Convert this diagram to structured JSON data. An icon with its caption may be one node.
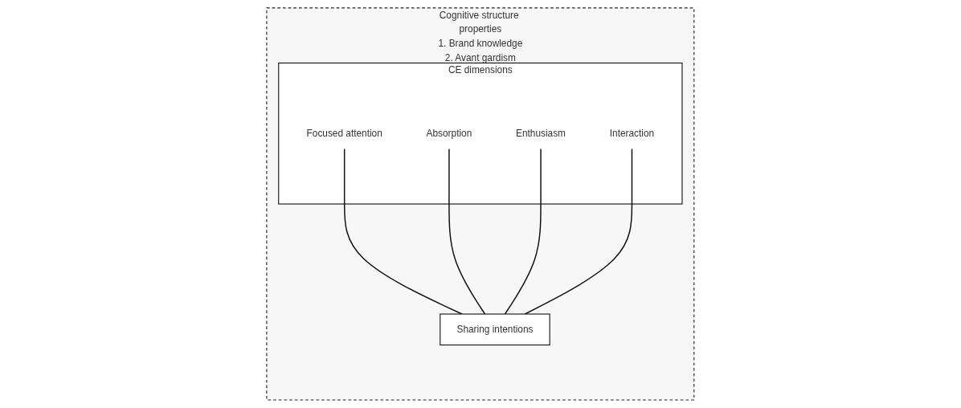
{
  "diagram": {
    "nodes": [
      {
        "text": [
          "Cognitive structure properties",
          "1. Brand knowledge",
          "2. Avant gardism"
        ]
      },
      {
        "text": [
          "CE dimensions"
        ],
        "in": 0
      },
      {
        "text": [
          "Focused attention"
        ],
        "in": 1
      },
      {
        "text": [
          "Absorption"
        ],
        "in": 1
      },
      {
        "text": [
          "Enthusiasm"
        ],
        "in": 1
      },
      {
        "text": [
          "Interaction"
        ],
        "in": 1
      },
      {
        "text": [
          "Sharing intentions"
        ],
        "in": 0
      }
    ],
    "edges": [
      {
        "from": 2,
        "to": 6,
        "arrow": "none"
      },
      {
        "from": 3,
        "to": 6,
        "arrow": "none"
      },
      {
        "from": 4,
        "to": 6,
        "arrow": "none"
      },
      {
        "from": 5,
        "to": 6,
        "arrow": "none"
      }
    ]
  }
}
